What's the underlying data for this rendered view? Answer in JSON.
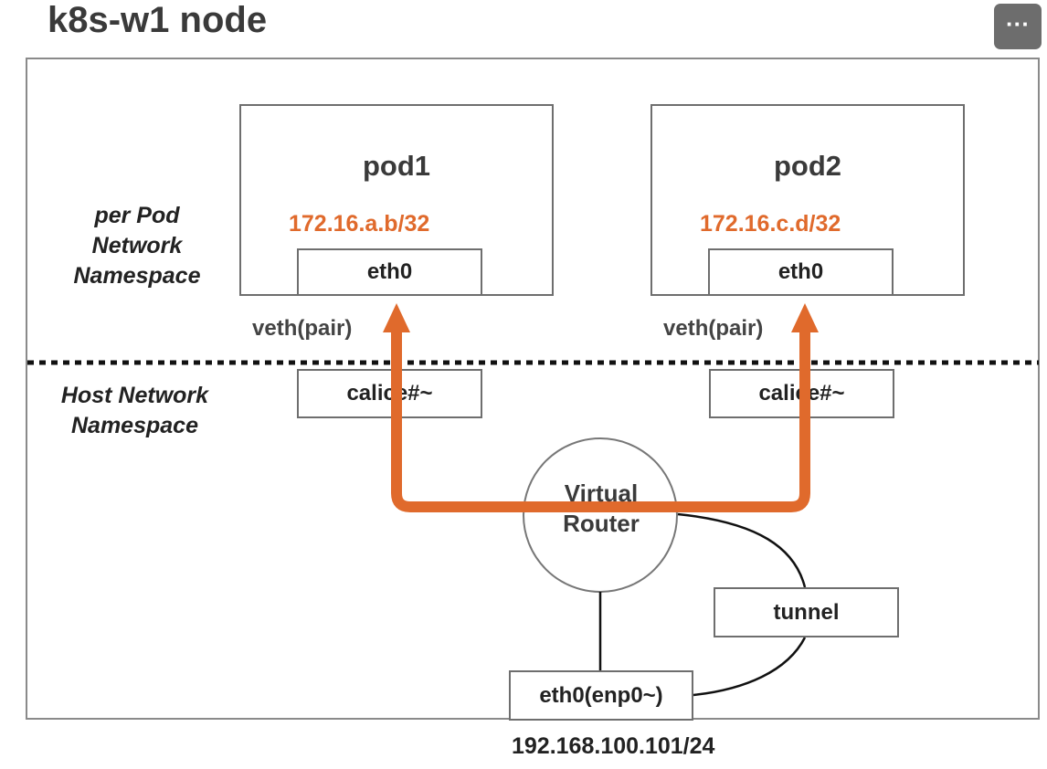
{
  "title": "k8s-w1 node",
  "more_button": {
    "label": "···"
  },
  "namespaces": {
    "pod_ns": {
      "line1": "per Pod",
      "line2": "Network",
      "line3": "Namespace"
    },
    "host_ns": {
      "line1": "Host Network",
      "line2": "Namespace"
    }
  },
  "pods": [
    {
      "name": "pod1",
      "ip": "172.16.a.b/32",
      "iface": "eth0",
      "veth": "veth(pair)",
      "host_iface": "calice#~"
    },
    {
      "name": "pod2",
      "ip": "172.16.c.d/32",
      "iface": "eth0",
      "veth": "veth(pair)",
      "host_iface": "calice#~"
    }
  ],
  "router": {
    "line1": "Virtual",
    "line2": "Router"
  },
  "tunnel": {
    "label": "tunnel"
  },
  "host_nic": {
    "label": "eth0(enp0~)",
    "ip": "192.168.100.101/24"
  },
  "colors": {
    "accent": "#e06a2c",
    "border": "#6e6e6e",
    "text": "#222222"
  }
}
